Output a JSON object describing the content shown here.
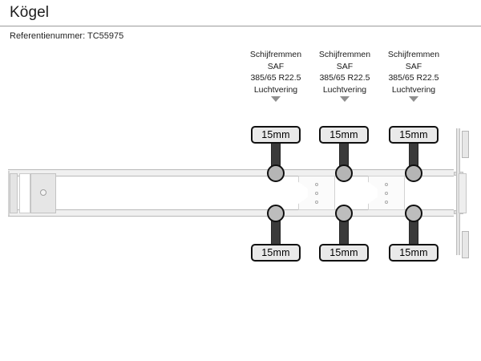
{
  "header": {
    "title": "Kögel",
    "reference": "Referentienummer: TC55975"
  },
  "diagram": {
    "type": "semi-trailer-side-schematic",
    "vehicle_make": "Kögel",
    "axle_count": 3,
    "axles": [
      {
        "index": 1,
        "brake_type": "Schijfremmen",
        "axle_brand": "SAF",
        "tyre_size": "385/65 R22.5",
        "suspension": "Luchtvering",
        "tread_front": "15mm",
        "tread_rear": "15mm"
      },
      {
        "index": 2,
        "brake_type": "Schijfremmen",
        "axle_brand": "SAF",
        "tyre_size": "385/65 R22.5",
        "suspension": "Luchtvering",
        "tread_front": "15mm",
        "tread_rear": "15mm"
      },
      {
        "index": 3,
        "brake_type": "Schijfremmen",
        "axle_brand": "SAF",
        "tyre_size": "385/65 R22.5",
        "suspension": "Luchtvering",
        "tread_front": "15mm",
        "tread_rear": "15mm"
      }
    ],
    "icons": {
      "pointer": "triangle-down-icon",
      "kingpin": "kingpin-hole-icon"
    },
    "colors": {
      "axle_bar": "#3a3a3a",
      "hub_fill": "#b5b5b5",
      "badge_fill": "#e9e9e9",
      "badge_border": "#111111",
      "chassis_fill": "#f0f0f0",
      "chassis_border": "#b9b9b9",
      "arrow": "#8f8f8f",
      "rule": "#9b9b9b",
      "background": "#ffffff"
    }
  }
}
